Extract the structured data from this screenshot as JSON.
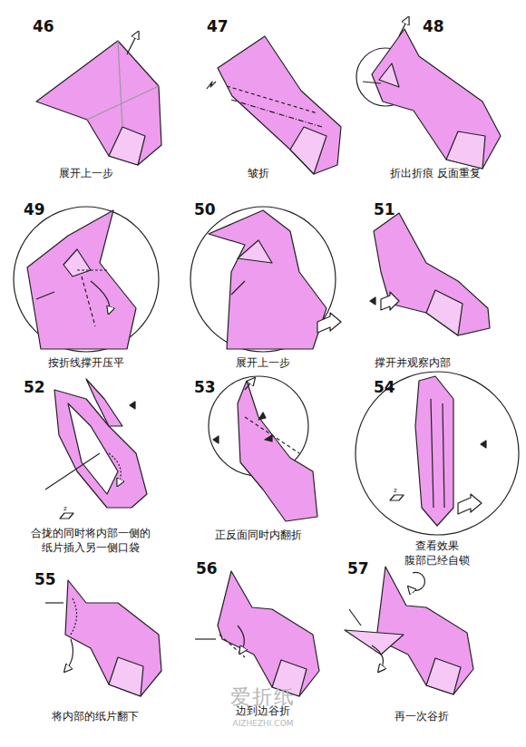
{
  "diagram": {
    "labels": [
      "46",
      "展开上一步",
      "47",
      "皱折",
      "48",
      "折出折痕 反面重复",
      "49",
      "按折线撑开压平",
      "50",
      "展开上一步",
      "51",
      "撑开并观察内部",
      "52",
      "z",
      "合拢的同时将内部一侧的 纸片插入另一侧口袋",
      "53",
      "正反面同时内翻折",
      "54",
      "z",
      "查看效果 腹部已经自锁",
      "55",
      "将内部的纸片翻下",
      "56",
      "边到边谷折",
      "57",
      "再一次谷折",
      "爱折纸",
      "AIZHEZHI.COM"
    ]
  }
}
